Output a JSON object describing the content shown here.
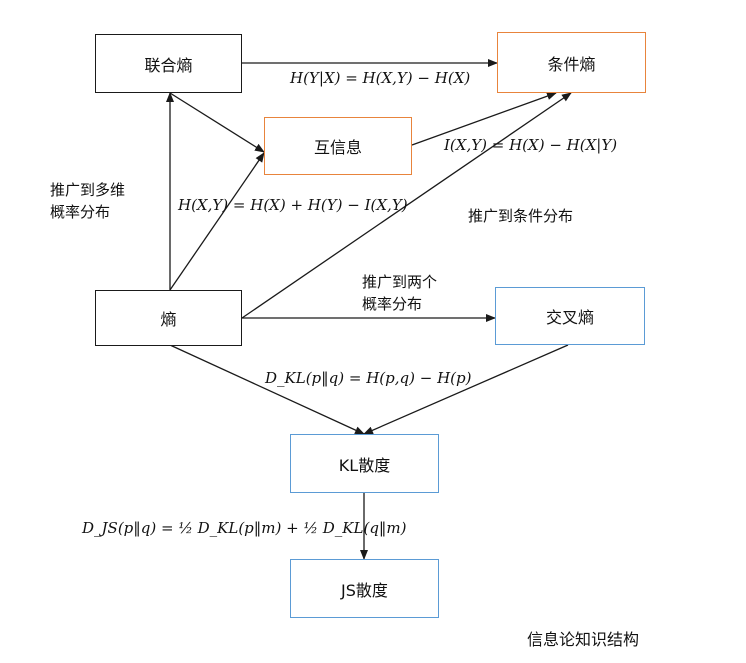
{
  "nodes": {
    "joint_entropy": "联合熵",
    "conditional_entropy": "条件熵",
    "mutual_information": "互信息",
    "entropy": "熵",
    "cross_entropy": "交叉熵",
    "kl_divergence": "KL散度",
    "js_divergence": "JS散度"
  },
  "edge_labels": {
    "generalize_multi_dim": [
      "推广到多维",
      "概率分布"
    ],
    "generalize_conditional": "推广到条件分布",
    "generalize_two_dist": [
      "推广到两个",
      "概率分布"
    ]
  },
  "formulas": {
    "conditional": "H(Y|X) = H(X,Y) − H(X)",
    "mutual": "I(X,Y) = H(X) − H(X|Y)",
    "joint": "H(X,Y) = H(X) + H(Y) − I(X,Y)",
    "kl": "D_KL(p‖q) = H(p,q) − H(p)",
    "js": "D_JS(p‖q) = ½ D_KL(p‖m) + ½ D_KL(q‖m)"
  },
  "caption": "信息论知识结构",
  "colors": {
    "black_border": "#1a1a1a",
    "orange_border": "#e8843c",
    "blue_border": "#5b9bd5"
  }
}
